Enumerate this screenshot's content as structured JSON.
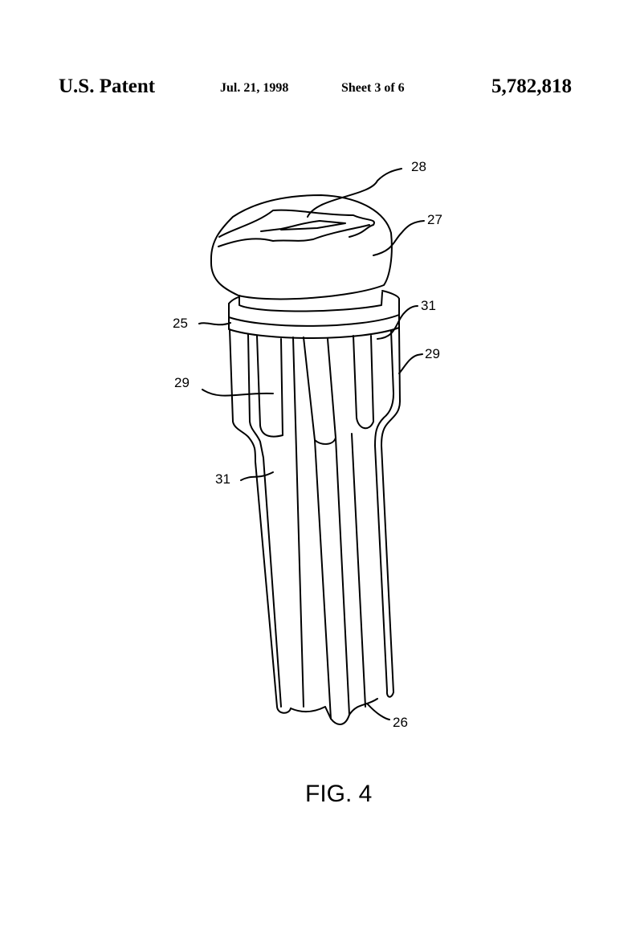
{
  "header": {
    "title": "U.S. Patent",
    "date": "Jul. 21, 1998",
    "sheet": "Sheet 3 of 6",
    "patent_number": "5,782,818"
  },
  "figure": {
    "caption": "FIG. 4",
    "reference_labels": {
      "cap_top": "28",
      "cap": "27",
      "collar": "25",
      "strip_right": "31",
      "leg_right": "29",
      "leg_left": "29",
      "strip_left": "31",
      "bottom": "26"
    }
  }
}
